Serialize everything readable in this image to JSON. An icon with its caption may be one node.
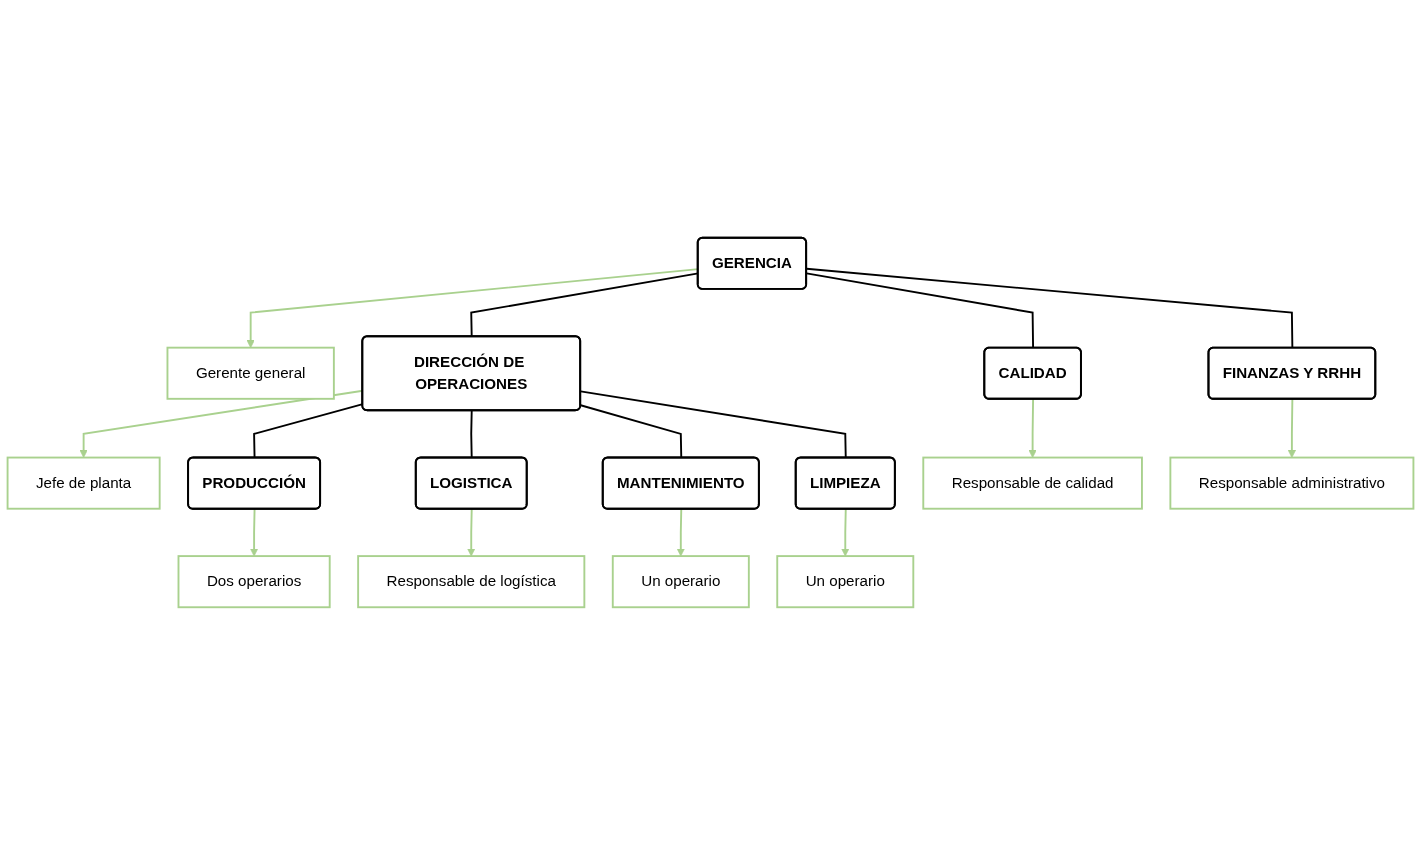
{
  "diagram": {
    "nodes": [
      {
        "text": [
          "GERENCIA"
        ]
      },
      {
        "text": [
          "Gerente general"
        ]
      },
      {
        "text": [
          "DIRECCIÓN DE OPERACIONES"
        ]
      },
      {
        "text": [
          "Jefe de planta"
        ]
      },
      {
        "text": [
          "CALIDAD"
        ]
      },
      {
        "text": [
          "Responsable de calidad"
        ]
      },
      {
        "text": [
          "FINANZAS Y RRHH"
        ]
      },
      {
        "text": [
          "Responsable administrativo"
        ]
      },
      {
        "text": [
          "PRODUCCIÓN"
        ]
      },
      {
        "text": [
          "Dos operarios"
        ]
      },
      {
        "text": [
          "LOGISTICA"
        ]
      },
      {
        "text": [
          "Responsable de logística"
        ]
      },
      {
        "text": [
          "MANTENIMIENTO"
        ]
      },
      {
        "text": [
          "Un operario"
        ]
      },
      {
        "text": [
          "LIMPIEZA"
        ]
      },
      {
        "text": [
          "Un operario"
        ]
      }
    ],
    "edges": [
      {
        "from": 0,
        "to": 1,
        "arrow": "to"
      },
      {
        "from": 0,
        "to": 2,
        "arrow": "none",
        "color": "#000000"
      },
      {
        "from": 0,
        "to": 4,
        "arrow": "none",
        "color": "#000000"
      },
      {
        "from": 0,
        "to": 6,
        "arrow": "none",
        "color": "#000000"
      },
      {
        "from": 2,
        "to": 3,
        "arrow": "to"
      },
      {
        "from": 4,
        "to": 5,
        "arrow": "to"
      },
      {
        "from": 6,
        "to": 7,
        "arrow": "to"
      },
      {
        "from": 2,
        "to": 8,
        "arrow": "none",
        "color": "#000000"
      },
      {
        "from": 2,
        "to": 10,
        "arrow": "none",
        "color": "#000000"
      },
      {
        "from": 2,
        "to": 12,
        "arrow": "none",
        "color": "#000000"
      },
      {
        "from": 2,
        "to": 14,
        "arrow": "none",
        "color": "#000000"
      },
      {
        "from": 8,
        "to": 9,
        "arrow": "to"
      },
      {
        "from": 10,
        "to": 11,
        "arrow": "to"
      },
      {
        "from": 12,
        "to": 13,
        "arrow": "to"
      },
      {
        "from": 14,
        "to": 15,
        "arrow": "to"
      }
    ]
  }
}
